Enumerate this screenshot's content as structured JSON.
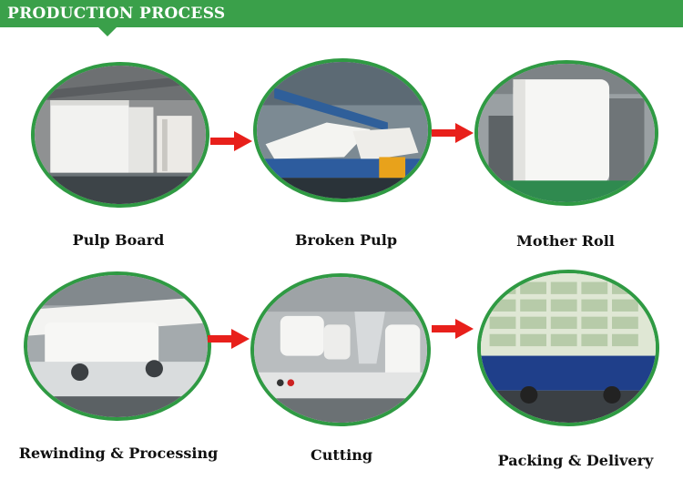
{
  "header": {
    "title": "PRODUCTION PROCESS",
    "color": "#3aa04a"
  },
  "steps": [
    {
      "label": "Pulp Board",
      "icon": "pulp-board-photo"
    },
    {
      "label": "Broken Pulp",
      "icon": "broken-pulp-photo"
    },
    {
      "label": "Mother Roll",
      "icon": "mother-roll-photo"
    },
    {
      "label": "Rewinding & Processing",
      "icon": "rewinding-photo"
    },
    {
      "label": "Cutting",
      "icon": "cutting-photo"
    },
    {
      "label": "Packing & Delivery",
      "icon": "packing-delivery-photo"
    }
  ],
  "colors": {
    "ring": "#2f9a43",
    "arrow": "#e8201b"
  }
}
